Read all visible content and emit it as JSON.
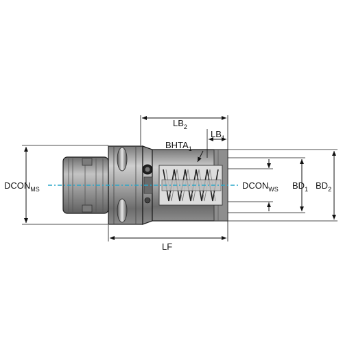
{
  "labels": {
    "dcon_ms": {
      "main": "DCON",
      "sub": "MS"
    },
    "dcon_ws": {
      "main": "DCON",
      "sub": "WS"
    },
    "lb2": {
      "main": "LB",
      "sub": "2"
    },
    "lb1": {
      "main": "LB",
      "sub": "1"
    },
    "bhta1": {
      "main": "BHTA",
      "sub": "1"
    },
    "bd1": {
      "main": "BD",
      "sub": "1"
    },
    "bd2": {
      "main": "BD",
      "sub": "2"
    },
    "lf": {
      "main": "LF"
    }
  },
  "colors": {
    "body_fill": "#9a9a9a",
    "body_light": "#c8c8c8",
    "body_dark": "#5e5e5e",
    "centerline": "#2aa7c9",
    "ink": "#111111"
  }
}
